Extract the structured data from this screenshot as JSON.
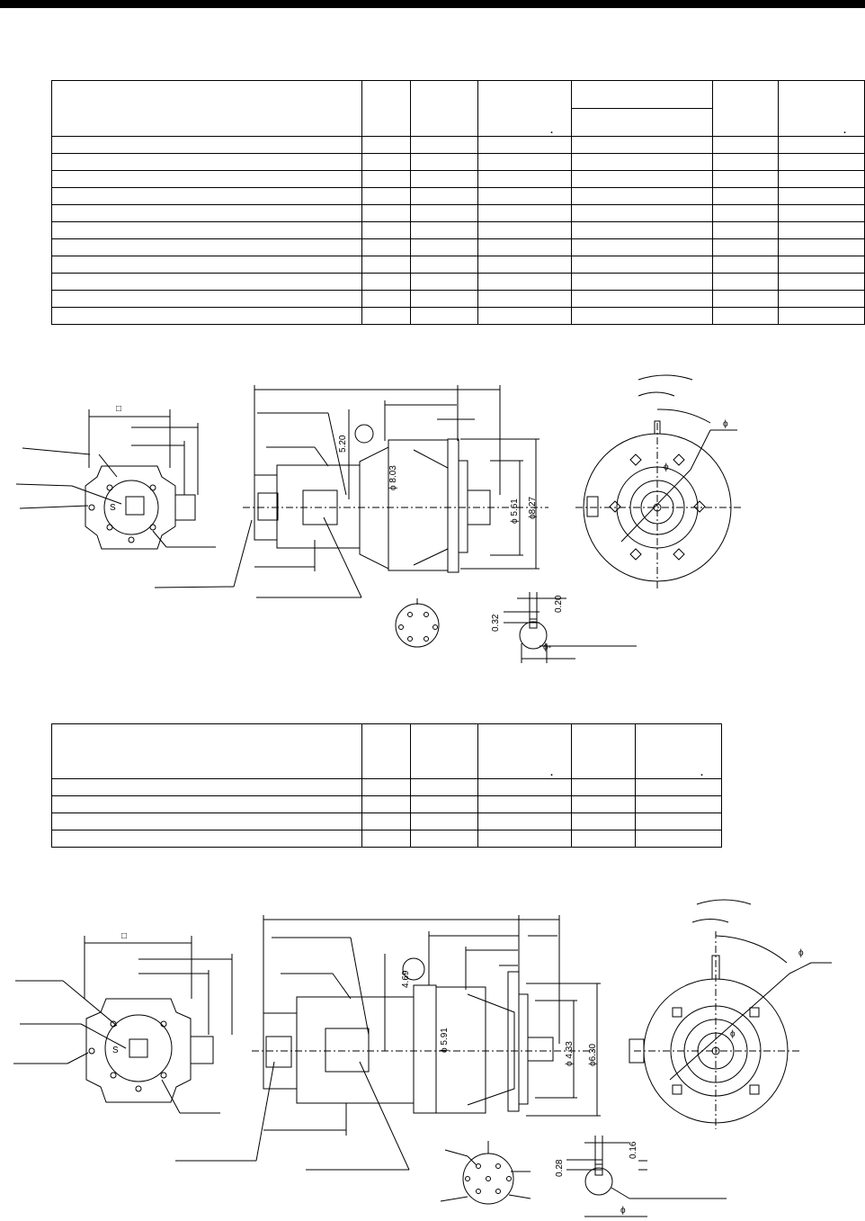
{
  "table1": {
    "dot_a": ".",
    "dot_b": "."
  },
  "table2": {
    "dot_a": ".",
    "dot_b": "."
  },
  "drawing1": {
    "square_mark": "□",
    "dim_length_a": "5.20",
    "dim_dia_a": "ϕ 8.03",
    "dim_dia_b": "ϕ 5.61",
    "dim_dia_c": "ϕ8.27",
    "dim_key_h": "0.32",
    "dim_key_w": "0.20",
    "phi": "ϕ",
    "phi_small": "ϕ-",
    "label_s": "S"
  },
  "drawing2": {
    "square_mark": "□",
    "dim_length_a": "4.69",
    "dim_dia_a": "ϕ 5.91",
    "dim_dia_b": "ϕ 4.33",
    "dim_dia_c": "ϕ6.30",
    "dim_key_h": "0.28",
    "dim_key_w": "0.16",
    "phi": "ϕ",
    "phi_b": "ϕ",
    "label_s": "S"
  }
}
